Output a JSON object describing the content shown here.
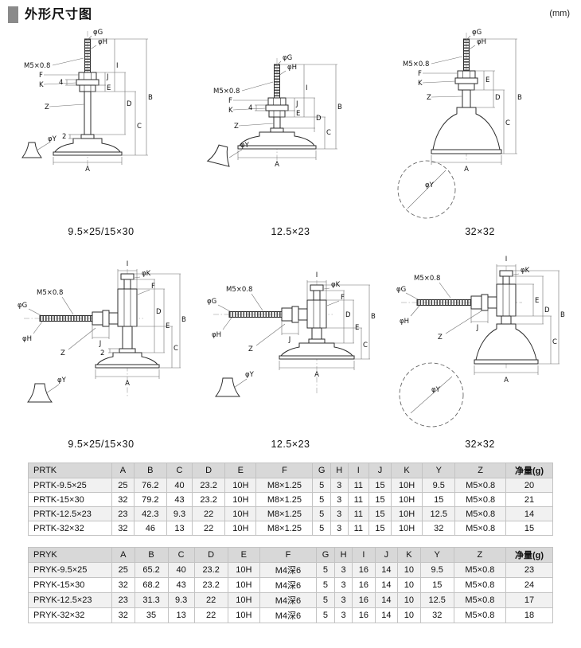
{
  "header": {
    "title": "外形尺寸图",
    "unit": "(mm)"
  },
  "dim_labels": {
    "phiG": "φG",
    "phiH": "φH",
    "phiK": "φK",
    "phiY": "φY",
    "thread": "M5×0.8",
    "F": "F",
    "K": "K",
    "J": "J",
    "I": "I",
    "D": "D",
    "B": "B",
    "C": "C",
    "E": "E",
    "Z": "Z",
    "A": "A",
    "n4": "4",
    "n2": "2"
  },
  "diagrams": {
    "row1": [
      {
        "caption": "9.5×25/15×30"
      },
      {
        "caption": "12.5×23"
      },
      {
        "caption": "32×32"
      }
    ],
    "row2": [
      {
        "caption": "9.5×25/15×30"
      },
      {
        "caption": "12.5×23"
      },
      {
        "caption": "32×32"
      }
    ]
  },
  "tables": [
    {
      "name": "PRTK",
      "columns": [
        "A",
        "B",
        "C",
        "D",
        "E",
        "F",
        "G",
        "H",
        "I",
        "J",
        "K",
        "Y",
        "Z",
        "净量(g)"
      ],
      "rows": [
        {
          "model": "PRTK-9.5×25",
          "values": [
            "25",
            "76.2",
            "40",
            "23.2",
            "10H",
            "M8×1.25",
            "5",
            "3",
            "11",
            "15",
            "10H",
            "9.5",
            "M5×0.8",
            "20"
          ]
        },
        {
          "model": "PRTK-15×30",
          "values": [
            "32",
            "79.2",
            "43",
            "23.2",
            "10H",
            "M8×1.25",
            "5",
            "3",
            "11",
            "15",
            "10H",
            "15",
            "M5×0.8",
            "21"
          ]
        },
        {
          "model": "PRTK-12.5×23",
          "values": [
            "23",
            "42.3",
            "9.3",
            "22",
            "10H",
            "M8×1.25",
            "5",
            "3",
            "11",
            "15",
            "10H",
            "12.5",
            "M5×0.8",
            "14"
          ]
        },
        {
          "model": "PRTK-32×32",
          "values": [
            "32",
            "46",
            "13",
            "22",
            "10H",
            "M8×1.25",
            "5",
            "3",
            "11",
            "15",
            "10H",
            "32",
            "M5×0.8",
            "15"
          ]
        }
      ]
    },
    {
      "name": "PRYK",
      "columns": [
        "A",
        "B",
        "C",
        "D",
        "E",
        "F",
        "G",
        "H",
        "I",
        "J",
        "K",
        "Y",
        "Z",
        "净量(g)"
      ],
      "rows": [
        {
          "model": "PRYK-9.5×25",
          "values": [
            "25",
            "65.2",
            "40",
            "23.2",
            "10H",
            "M4深6",
            "5",
            "3",
            "16",
            "14",
            "10",
            "9.5",
            "M5×0.8",
            "23"
          ]
        },
        {
          "model": "PRYK-15×30",
          "values": [
            "32",
            "68.2",
            "43",
            "23.2",
            "10H",
            "M4深6",
            "5",
            "3",
            "16",
            "14",
            "10",
            "15",
            "M5×0.8",
            "24"
          ]
        },
        {
          "model": "PRYK-12.5×23",
          "values": [
            "23",
            "31.3",
            "9.3",
            "22",
            "10H",
            "M4深6",
            "5",
            "3",
            "16",
            "14",
            "10",
            "12.5",
            "M5×0.8",
            "17"
          ]
        },
        {
          "model": "PRYK-32×32",
          "values": [
            "32",
            "35",
            "13",
            "22",
            "10H",
            "M4深6",
            "5",
            "3",
            "16",
            "14",
            "10",
            "32",
            "M5×0.8",
            "18"
          ]
        }
      ]
    }
  ]
}
